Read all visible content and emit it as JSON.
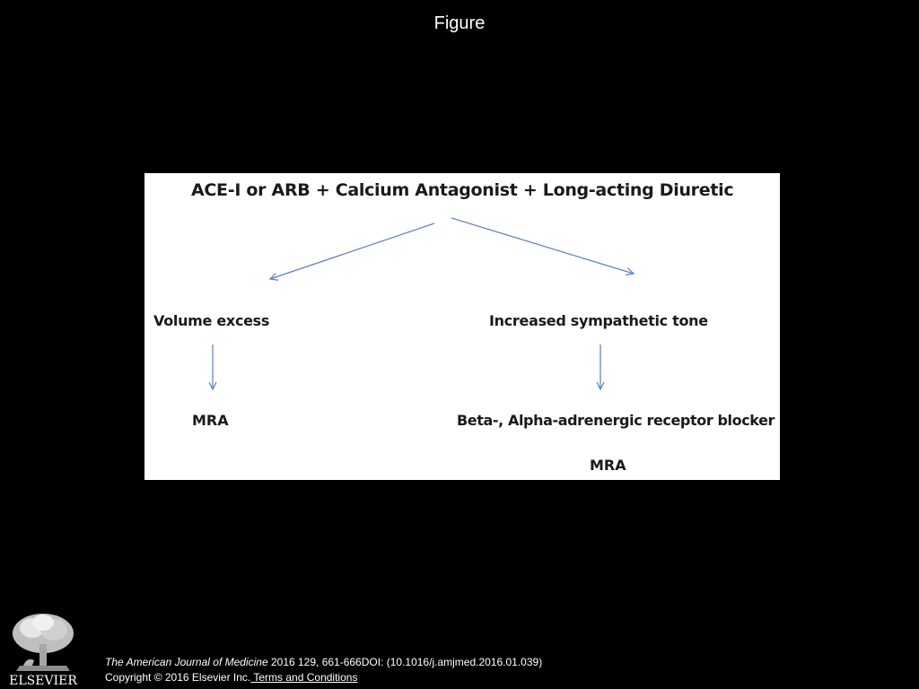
{
  "slide": {
    "title": "Figure"
  },
  "figure": {
    "top_node": "ACE-I or ARB + Calcium Antagonist + Long-acting Diuretic",
    "left_branch": {
      "label": "Volume excess",
      "outcome": "MRA"
    },
    "right_branch": {
      "label": "Increased sympathetic tone",
      "outcome_primary": "Beta-, Alpha-adrenergic receptor blocker",
      "outcome_secondary": "MRA"
    },
    "colors": {
      "panel_background": "#ffffff",
      "arrow": "#5b7fc0",
      "text": "#1a1a1a"
    }
  },
  "footer": {
    "logo_icon": "elsevier-tree-logo",
    "logo_text": "ELSEVIER",
    "journal_name": "The American Journal of Medicine",
    "citation_rest": " 2016 129, 661-666DOI: (10.1016/j.amjmed.2016.01.039)",
    "copyright_text": "Copyright © 2016 Elsevier Inc.",
    "terms_link": " Terms and Conditions"
  },
  "page": {
    "background": "#000000"
  }
}
